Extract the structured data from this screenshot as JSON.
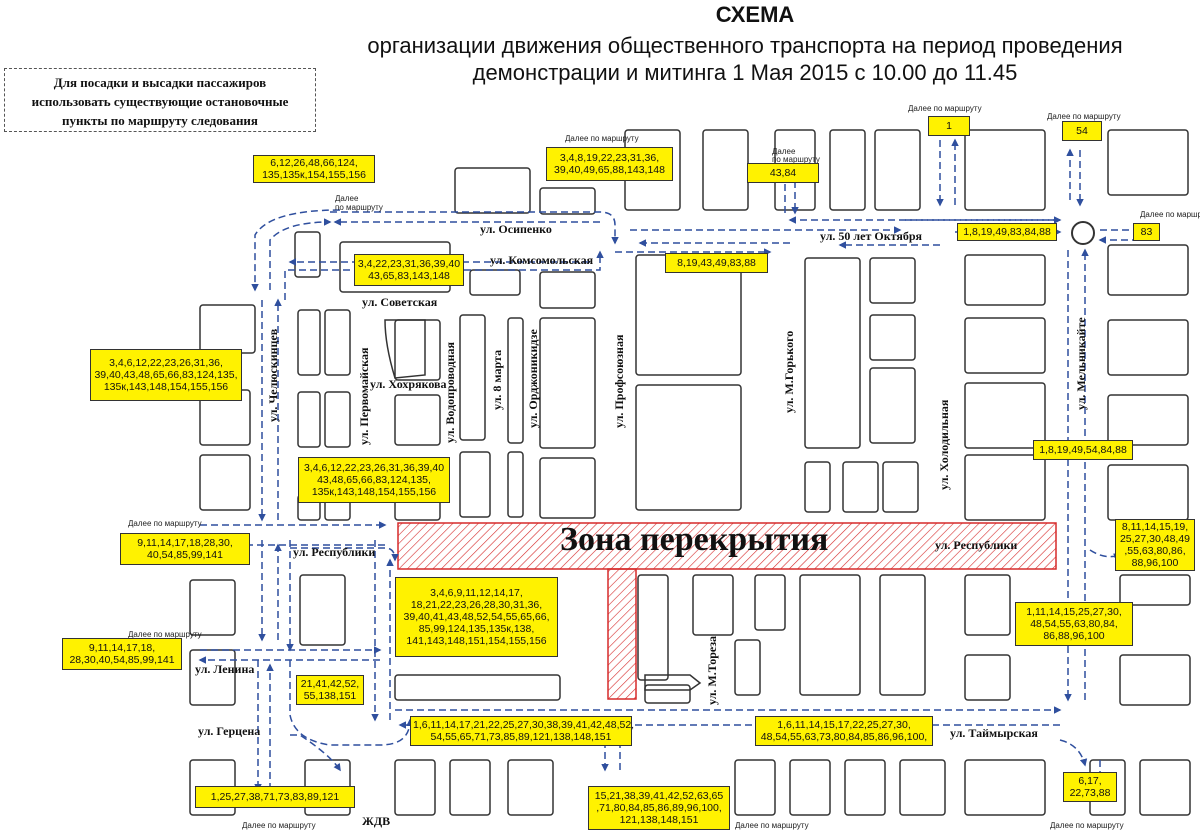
{
  "title": {
    "line1": "СХЕМА",
    "line2": "организации движения общественного транспорта на период проведения",
    "line3": "демонстрации и митинга 1 Мая 2015 с 10.00 до 11.45"
  },
  "note": [
    "Для посадки и высадки пассажиров",
    "использовать существующие остановочные",
    "пункты по маршруту следования"
  ],
  "zone": {
    "label": "Зона перекрытия",
    "street": "ул. Республики"
  },
  "streets": {
    "osipenko": "ул. Осипенко",
    "komsomolskaya": "ул. Комсомольская",
    "sovetskaya": "ул. Советская",
    "khokhryakova": "ул. Хохрякова",
    "respubliki": "ул. Республики",
    "lenina": "ул. Ленина",
    "gertsena": "ул. Герцена",
    "zhdv": "ЖДВ",
    "let50": "ул. 50 лет Октября",
    "taymyrskaya": "ул. Таймырская",
    "chelyuskintsev": "ул. Челюскинцев",
    "pervomayskaya": "ул. Первомайская",
    "vodoprovodnaya": "ул. Водопроводная",
    "marta8": "ул. 8 марта",
    "ordzhonikidze": "ул. Орджоникидзе",
    "profsoyuznaya": "ул. Профсоюзная",
    "mgorkogo": "ул. М.Горького",
    "kholodilnaya": "ул. Холодильная",
    "melnikayte": "ул. Мельникайте",
    "mtoreza": "ул. М.Тореза"
  },
  "further": "Далее по маршруту",
  "further_short": "Далее",
  "further_short2": "по маршруту",
  "routes": {
    "r_top_left": [
      "6,12,26,48,66,124,",
      "135,135к,154,155,156"
    ],
    "r_top_mid": [
      "3,4,8,19,22,23,31,36,",
      "39,40,49,65,88,143,148"
    ],
    "r_4384": [
      "43,84"
    ],
    "r_1": [
      "1"
    ],
    "r_54": [
      "54"
    ],
    "r_83": [
      "83"
    ],
    "r_50let": [
      "1,8,19,49,83,84,88"
    ],
    "r_komsomol": [
      "3,4,22,23,31,36,39,40",
      "43,65,83,143,148"
    ],
    "r_profsoyuz": [
      "8,19,43,49,83,88"
    ],
    "r_left_big": [
      "3,4,6,12,22,23,26,31,36,",
      "39,40,43,48,65,66,83,124,135,",
      "135к,143,148,154,155,156"
    ],
    "r_center_big": [
      "3,4,6,12,22,23,26,31,36,39,40",
      "43,48,65,66,83,124,135,",
      "135к,143,148,154,155,156"
    ],
    "r_melnik": [
      "1,8,19,49,54,84,88"
    ],
    "r_right_mid": [
      "8,11,14,15,19,",
      "25,27,30,48,49",
      ",55,63,80,86,",
      "88,96,100"
    ],
    "r_left_resp": [
      "9,11,14,17,18,28,30,",
      "40,54,85,99,141"
    ],
    "r_big_center": [
      "3,4,6,9,11,12,14,17,",
      "18,21,22,23,26,28,30,31,36,",
      "39,40,41,43,48,52,54,55,65,66,",
      "85,99,124,135,135к,138,",
      "141,143,148,151,154,155,156"
    ],
    "r_right_big": [
      "1,11,14,15,25,27,30,",
      "48,54,55,63,80,84,",
      "86,88,96,100"
    ],
    "r_lenina": [
      "9,11,14,17,18,",
      "28,30,40,54,85,99,141"
    ],
    "r_21": [
      "21,41,42,52,",
      "55,138,151"
    ],
    "r_bottom_mid": [
      "1,6,11,14,17,21,22,25,27,30,38,39,41,42,48,52,",
      "54,55,65,71,73,85,89,121,138,148,151"
    ],
    "r_taymyr": [
      "1,6,11,14,15,17,22,25,27,30,",
      "48,54,55,63,73,80,84,85,86,96,100,"
    ],
    "r_bottom_left": [
      "1,25,27,38,71,73,83,89,121"
    ],
    "r_bottom_center": [
      "15,21,38,39,41,42,52,63,65",
      ",71,80,84,85,86,89,96,100,",
      "121,138,148,151"
    ],
    "r_bottom_right": [
      "6,17,",
      "22,73,88"
    ]
  },
  "colors": {
    "route_box": "#fff200",
    "arrow": "#2f4f9e",
    "closure": "#d62a2a",
    "block": "#333333"
  }
}
